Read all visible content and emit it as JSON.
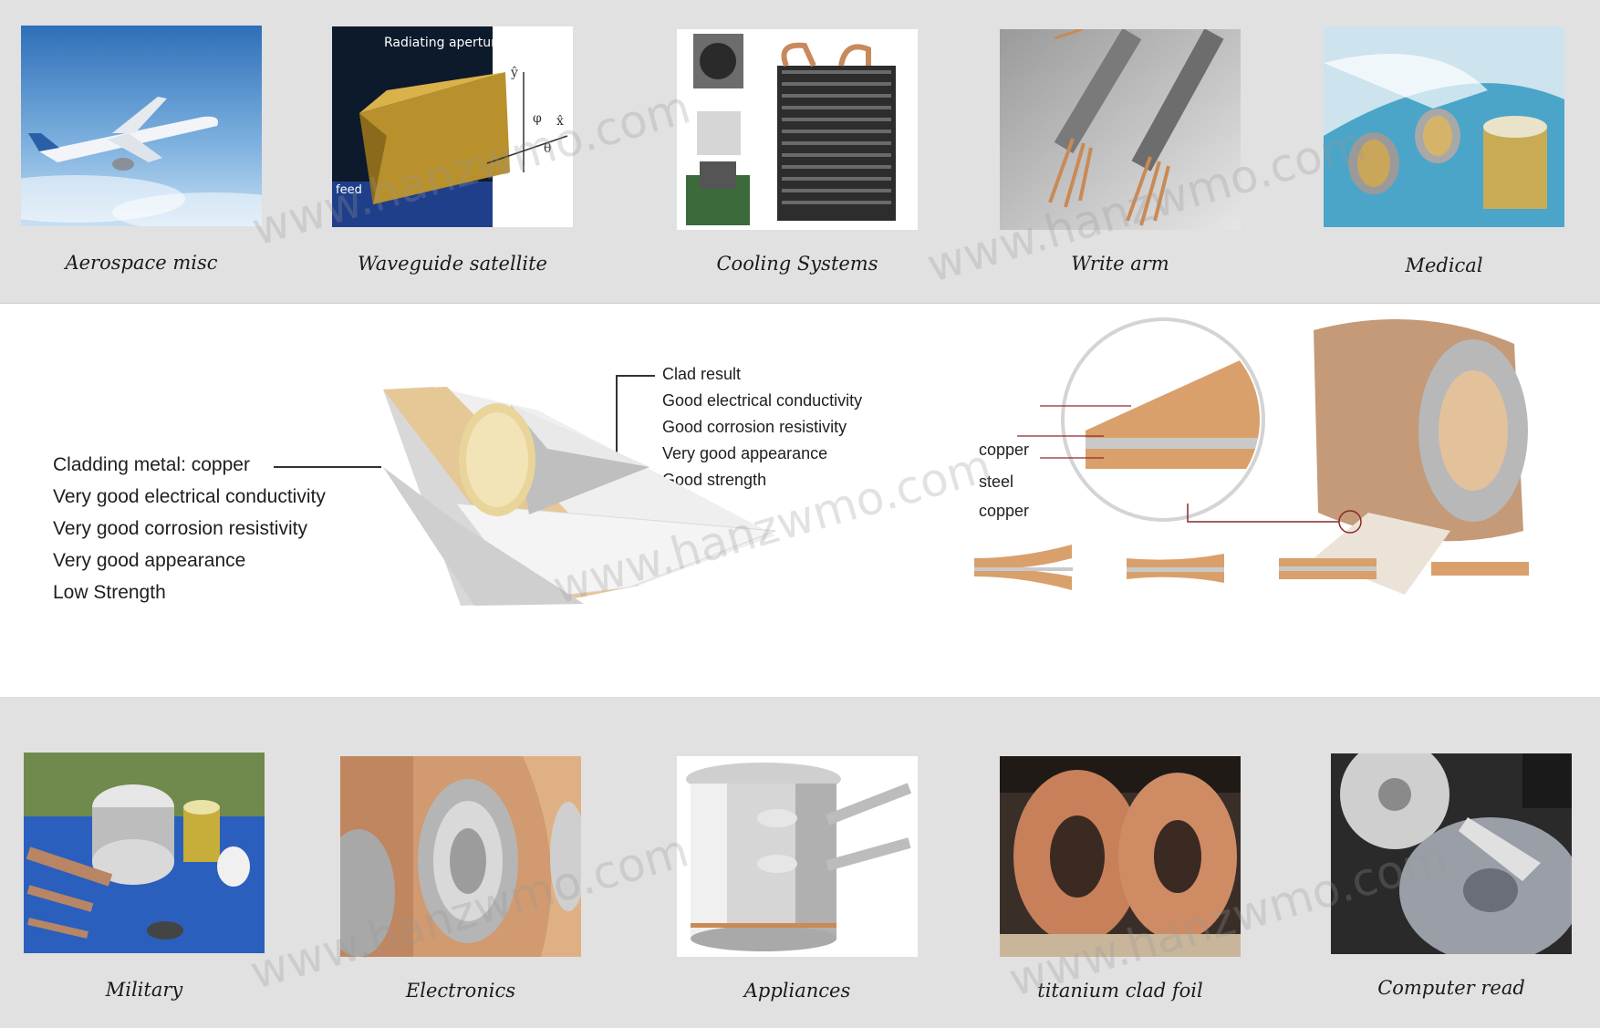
{
  "top_row": [
    {
      "caption": "Aerospace misc"
    },
    {
      "caption": "Waveguide satellite",
      "overlay_radiating": "Radiating aperture",
      "overlay_feed": "feed",
      "overlay_y": "ŷ",
      "overlay_x": "x̂",
      "overlay_phi": "φ",
      "overlay_theta": "θ"
    },
    {
      "caption": "Cooling Systems"
    },
    {
      "caption": "Write arm"
    },
    {
      "caption": "Medical"
    }
  ],
  "bottom_row": [
    {
      "caption": "Military"
    },
    {
      "caption": "Electronics"
    },
    {
      "caption": "Appliances"
    },
    {
      "caption": "titanium clad foil"
    },
    {
      "caption": "Computer read"
    }
  ],
  "cladding": {
    "left_items": [
      "Cladding metal: copper",
      "Very good electrical conductivity",
      "Very good corrosion resistivity",
      "Very good appearance",
      "Low Strength"
    ],
    "right_items": [
      "Clad result",
      "Good electrical conductivity",
      "Good corrosion resistivity",
      "Very good appearance",
      "Good strength"
    ],
    "layers": [
      "copper",
      "steel",
      "copper"
    ]
  },
  "watermark": "www.hanzwmo.com",
  "colors": {
    "copper": "#d9a06c",
    "steel": "#c9c9c9",
    "band": "#e1e1e1"
  }
}
